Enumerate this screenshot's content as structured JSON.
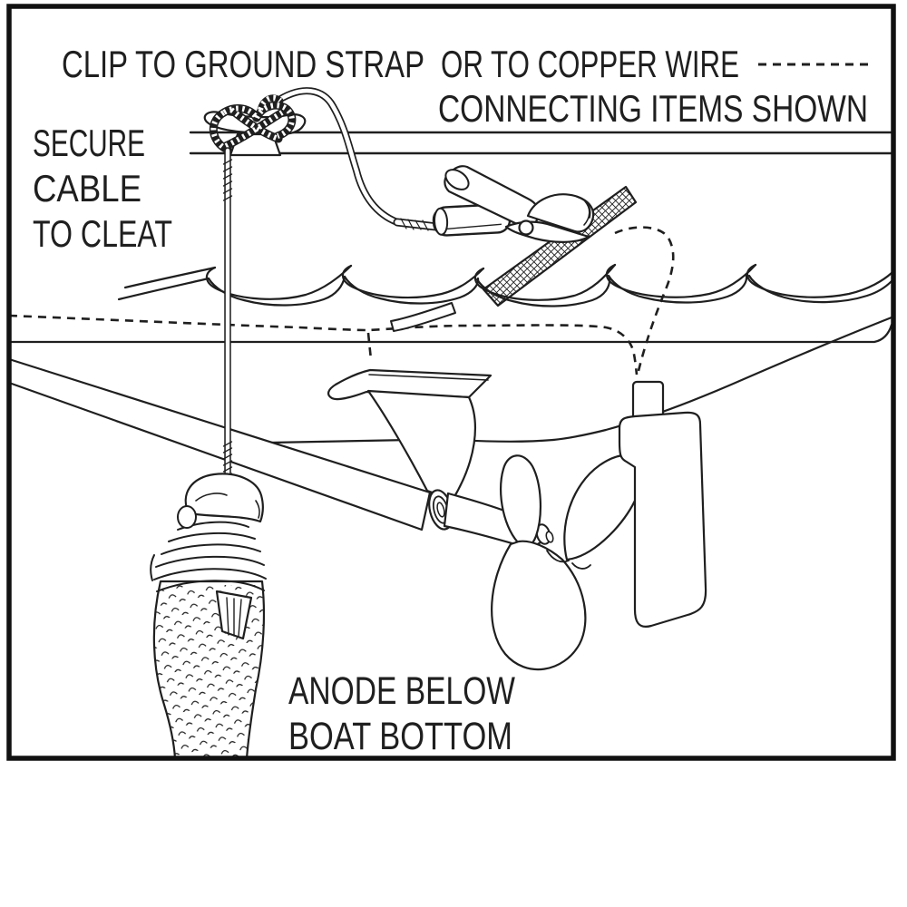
{
  "figure": {
    "kind": "boat sacrificial anode grounding diagram, black line art on white",
    "labels": {
      "clip_line_a": "CLIP TO GROUND STRAP",
      "clip_line_b": "OR TO COPPER WIRE",
      "connecting": "CONNECTING ITEMS SHOWN",
      "secure_1": "SECURE",
      "secure_2": "CABLE",
      "secure_3": "TO CLEAT",
      "anode_1": "ANODE BELOW",
      "anode_2": "BOAT BOTTOM"
    },
    "colors": {
      "ink": "#1f1f1f",
      "paper": "#ffffff"
    },
    "parts": [
      "frame-border",
      "gunwale-rail",
      "cleat",
      "rope-knot",
      "anode-cable",
      "fish-shaped-anode",
      "wire-arc",
      "crimp-sleeve",
      "alligator-clip",
      "ground-strap",
      "waves",
      "hull-lines",
      "propeller-shaft",
      "shaft-strut",
      "propeller",
      "rudder",
      "dashed-copper-wire"
    ]
  }
}
